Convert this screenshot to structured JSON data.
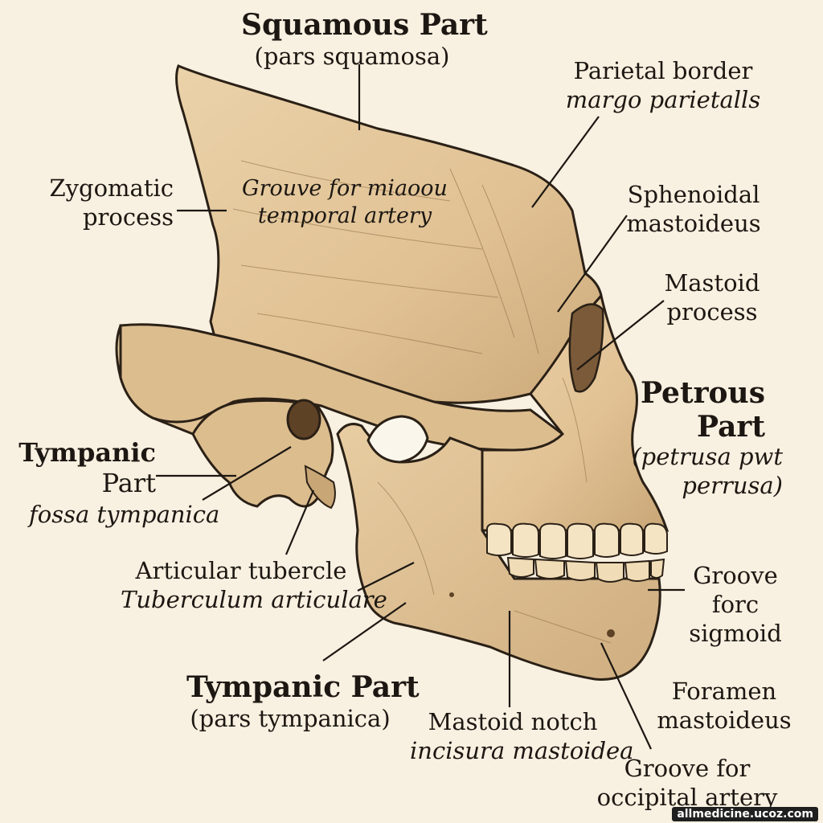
{
  "labels": {
    "squamous_title": "Squamous Part",
    "squamous_latin": "(pars squamosa)",
    "parietal_en": "Parietal border",
    "parietal_la": "margo parietalls",
    "zygomatic_1": "Zygomatic",
    "zygomatic_2": "process",
    "groove_temporal_1": "Grouve for miaoou",
    "groove_temporal_2": "temporal artery",
    "sphenoidal_1": "Sphenoidal",
    "sphenoidal_2": "mastoideus",
    "mastoid_proc_1": "Mastoid",
    "mastoid_proc_2": "process",
    "petrous_1": "Petrous",
    "petrous_2": "Part",
    "petrous_la_1": "(petrusa pwt",
    "petrous_la_2": "perrusa)",
    "tympanic1_1": "Tympanic",
    "tympanic1_2": "Part",
    "tympanic1_la": "fossa tympanica",
    "articular_en": "Articular tubercle",
    "articular_la": "Tuberculum articulare",
    "groove_sigmoid_1": "Groove",
    "groove_sigmoid_2": "forc",
    "groove_sigmoid_3": "sigmoid",
    "foramen_1": "Foramen",
    "foramen_2": "mastoideus",
    "tympanic2_title": "Tympanic Part",
    "tympanic2_latin": "(pars tympanica)",
    "mastoid_notch_en": "Mastoid notch",
    "mastoid_notch_la": "incisura mastoidea",
    "groove_occipital_1": "Groove for",
    "groove_occipital_2": "occipital artery"
  },
  "watermark": "allmedicine.ucoz.com",
  "colors": {
    "background": "#f8f0e0",
    "bone": "#e4c89c",
    "bone_shadow": "#c9a676",
    "outline": "#2a2016",
    "teeth": "#f4e4c4"
  }
}
